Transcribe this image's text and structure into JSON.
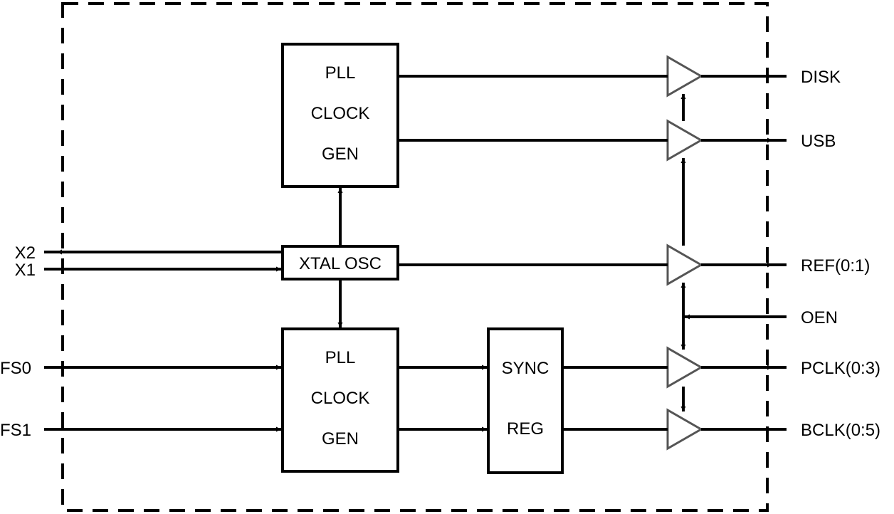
{
  "blocks": {
    "pll_top": [
      "PLL",
      "CLOCK",
      "GEN"
    ],
    "pll_bottom": [
      "PLL",
      "CLOCK",
      "GEN"
    ],
    "xtal": "XTAL OSC",
    "sync": [
      "SYNC",
      "REG"
    ]
  },
  "inputs": {
    "x2": "X2",
    "x1": "X1",
    "fs0": "FS0",
    "fs1": "FS1"
  },
  "outputs": {
    "disk": "DISK",
    "usb": "USB",
    "ref": "REF(0:1)",
    "oen": "OEN",
    "pclk": "PCLK(0:3)",
    "bclk": "BCLK(0:5)"
  }
}
